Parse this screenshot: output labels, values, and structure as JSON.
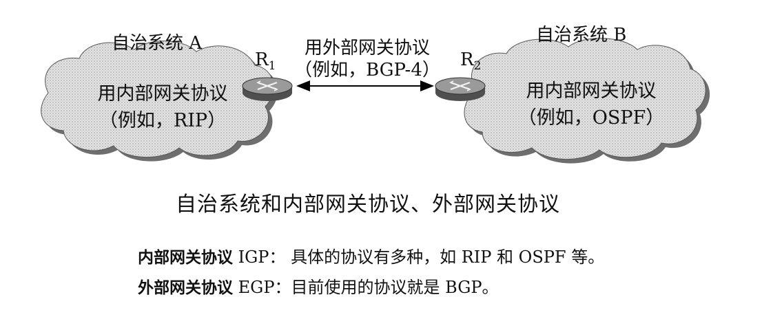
{
  "as_a": {
    "title": "自治系统 A",
    "inner_line1": "用内部网关协议",
    "inner_line2": "（例如，RIP）"
  },
  "as_b": {
    "title": "自治系统 B",
    "inner_line1": "用内部网关协议",
    "inner_line2": "（例如，OSPF）"
  },
  "link": {
    "line1": "用外部网关协议",
    "line2": "（例如，BGP-4）"
  },
  "routers": [
    {
      "base": "R",
      "sub": "1"
    },
    {
      "base": "R",
      "sub": "2"
    }
  ],
  "caption": "自治系统和内部网关协议、外部网关协议",
  "notes": [
    {
      "term": "内部网关协议",
      "abbr": "IGP",
      "text": "：  具体的协议有多种，如 RIP 和 OSPF 等。"
    },
    {
      "term": "外部网关协议",
      "abbr": "EGP",
      "text": "：目前使用的协议就是 BGP。"
    }
  ],
  "colors": {
    "cloud_fill": "#d9d9d9",
    "cloud_shadow": "#6e6e6e",
    "router_body": "#8a8a8a",
    "line": "#000000"
  }
}
